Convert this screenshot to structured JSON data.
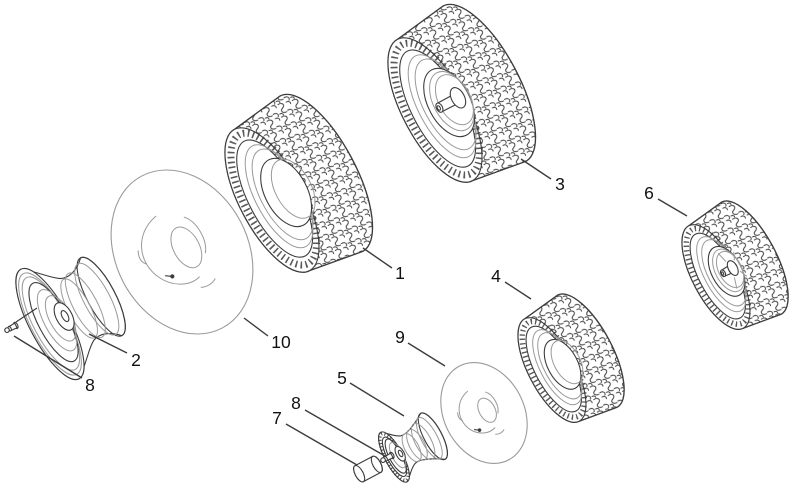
{
  "diagram": {
    "colors": {
      "line": "#3c3c3c",
      "light_line": "#9a9a9a",
      "label_text": "#111111",
      "background": "#ffffff"
    },
    "callouts": [
      {
        "id": "1",
        "label": "1"
      },
      {
        "id": "2",
        "label": "2"
      },
      {
        "id": "3",
        "label": "3"
      },
      {
        "id": "4",
        "label": "4"
      },
      {
        "id": "5",
        "label": "5"
      },
      {
        "id": "6",
        "label": "6"
      },
      {
        "id": "7",
        "label": "7"
      },
      {
        "id": "8-left",
        "label": "8"
      },
      {
        "id": "8-bottom",
        "label": "8"
      },
      {
        "id": "9",
        "label": "9"
      },
      {
        "id": "10",
        "label": "10"
      }
    ]
  }
}
